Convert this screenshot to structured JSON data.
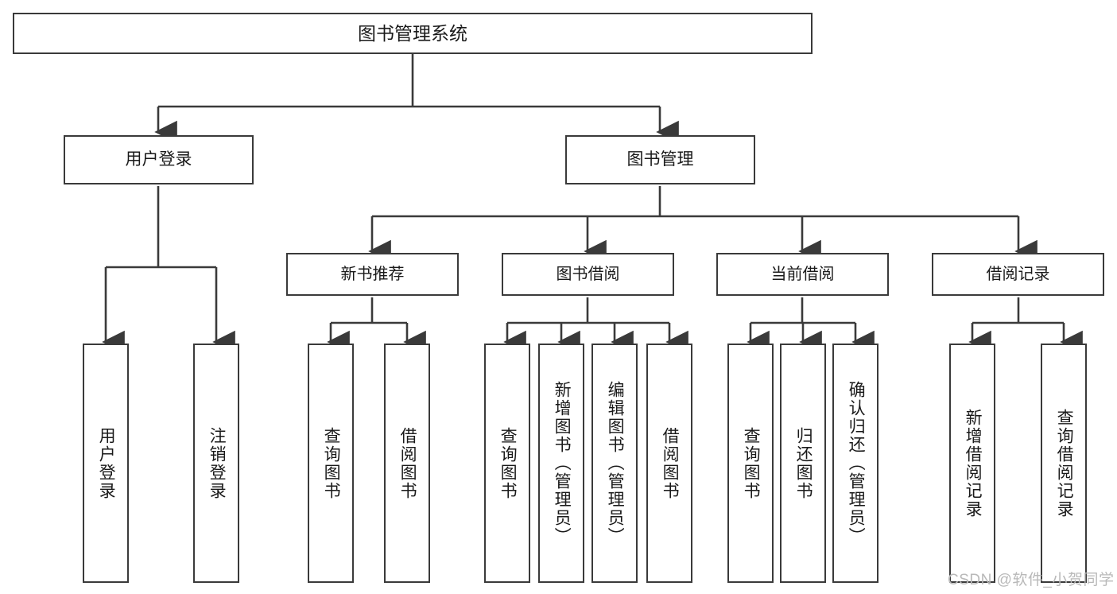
{
  "diagram": {
    "title": "图书管理系统",
    "watermark": "CSDN @软件_小贺同学",
    "line_color": "#3a3a3a",
    "box_fill": "#ffffff",
    "text_color": "#1a1a1a"
  },
  "nodes": {
    "root": {
      "label": "图书管理系统"
    },
    "level2": [
      {
        "label": "用户登录"
      },
      {
        "label": "图书管理"
      }
    ],
    "level3": [
      {
        "label": "新书推荐"
      },
      {
        "label": "图书借阅"
      },
      {
        "label": "当前借阅"
      },
      {
        "label": "借阅记录"
      }
    ],
    "leaves": {
      "user_login": [
        {
          "label": "用户登录"
        },
        {
          "label": "注销登录"
        }
      ],
      "new_book": [
        {
          "label": "查询图书"
        },
        {
          "label": "借阅图书"
        }
      ],
      "book_borrow": [
        {
          "label": "查询图书"
        },
        {
          "label": "新增图书（管理员）"
        },
        {
          "label": "编辑图书（管理员）"
        },
        {
          "label": "借阅图书"
        }
      ],
      "current_borrow": [
        {
          "label": "查询图书"
        },
        {
          "label": "归还图书"
        },
        {
          "label": "确认归还（管理员）"
        }
      ],
      "borrow_record": [
        {
          "label": "新增借阅记录"
        },
        {
          "label": "查询借阅记录"
        }
      ]
    }
  }
}
